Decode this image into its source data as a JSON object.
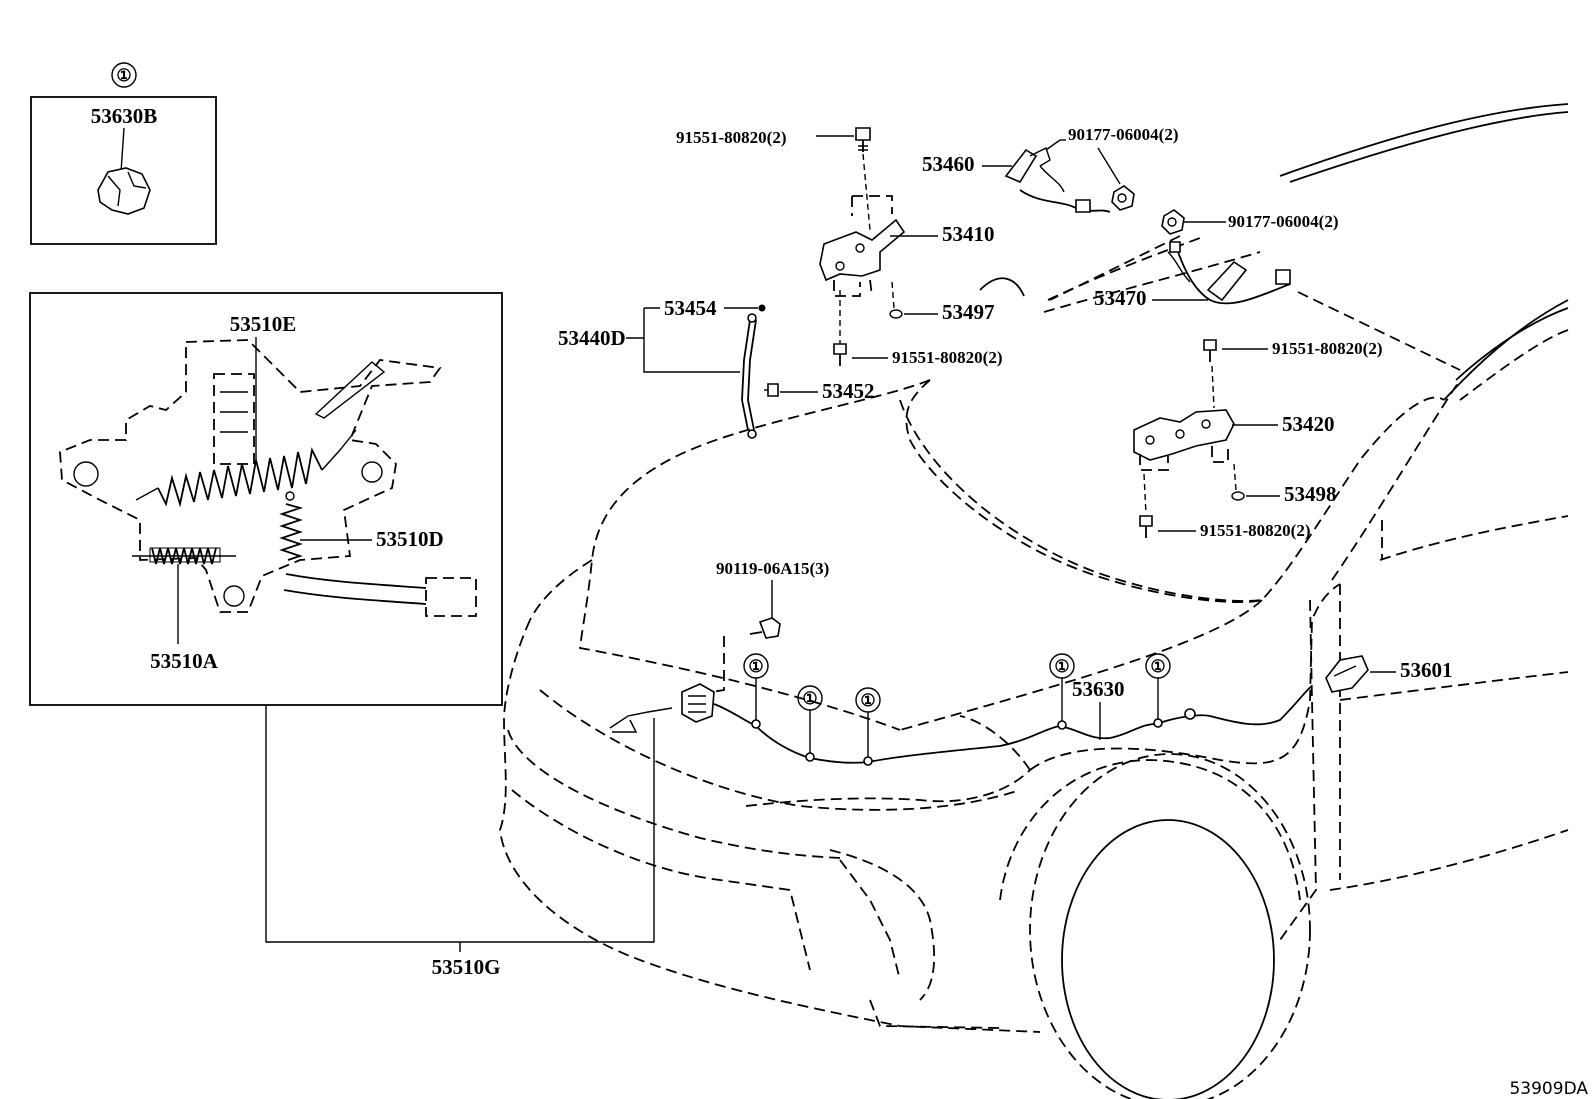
{
  "diagram": {
    "reference_code": "53909DA",
    "callout_symbol": "①",
    "labels": {
      "l_53630B": "53630B",
      "l_53510E": "53510E",
      "l_53510D": "53510D",
      "l_53510A": "53510A",
      "l_53510G": "53510G",
      "l_91551_a": "91551-80820(2)",
      "l_53460": "53460",
      "l_90177_a": "90177-06004(2)",
      "l_53410": "53410",
      "l_90177_b": "90177-06004(2)",
      "l_53497": "53497",
      "l_53470": "53470",
      "l_53454": "53454",
      "l_53440D": "53440D",
      "l_91551_b": "91551-80820(2)",
      "l_91551_c": "91551-80820(2)",
      "l_53452": "53452",
      "l_53420": "53420",
      "l_53498": "53498",
      "l_91551_d": "91551-80820(2)",
      "l_90119": "90119-06A15(3)",
      "l_53630": "53630",
      "l_53601": "53601"
    }
  }
}
